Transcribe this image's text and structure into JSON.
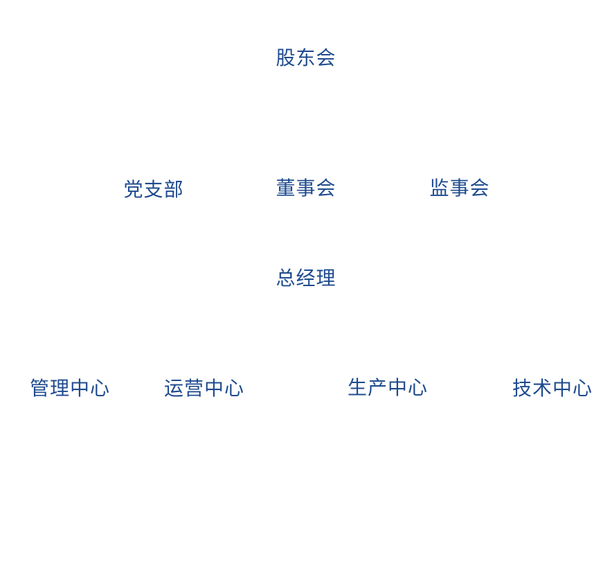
{
  "org_chart": {
    "text_color": "#1f4b8e",
    "levels": [
      {
        "nodes": [
          {
            "label": "股东会"
          }
        ]
      },
      {
        "nodes": [
          {
            "label": "党支部"
          },
          {
            "label": "董事会"
          },
          {
            "label": "监事会"
          }
        ]
      },
      {
        "nodes": [
          {
            "label": "总经理"
          }
        ]
      },
      {
        "nodes": [
          {
            "label": "管理中心"
          },
          {
            "label": "运营中心"
          },
          {
            "label": "生产中心"
          },
          {
            "label": "技术中心"
          }
        ]
      }
    ]
  }
}
